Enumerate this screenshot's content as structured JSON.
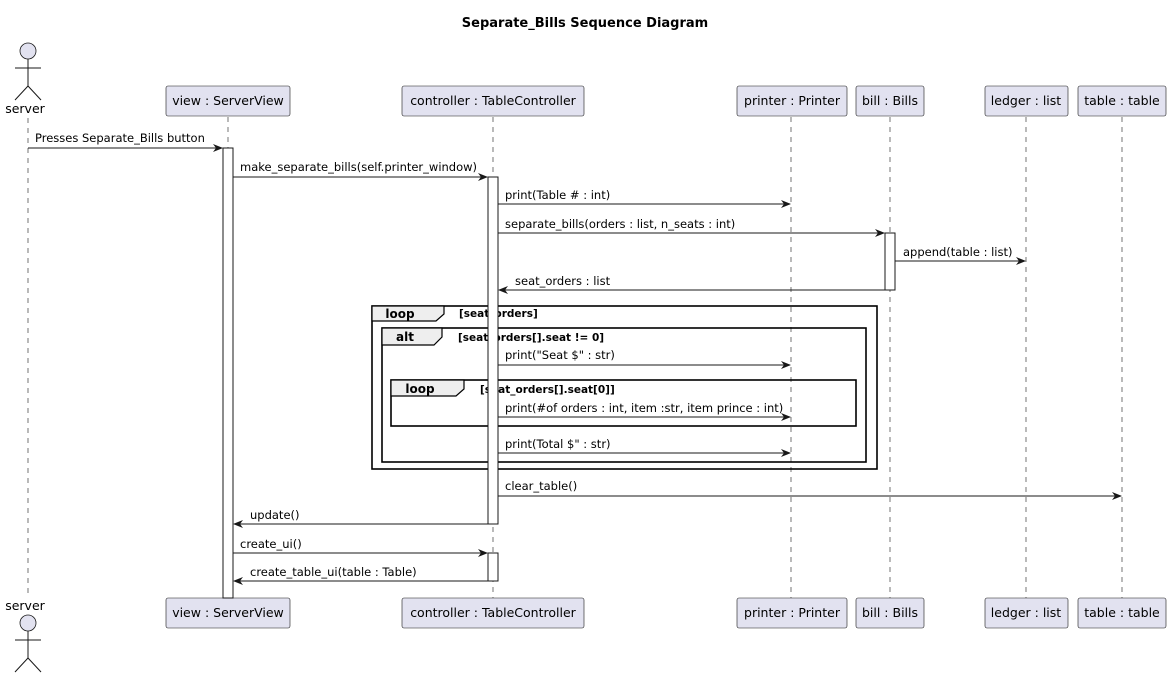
{
  "title": "Separate_Bills Sequence Diagram",
  "actor": {
    "name": "server",
    "icon": "stick-figure-actor-icon"
  },
  "participants": [
    {
      "id": "view",
      "label": "view : ServerView"
    },
    {
      "id": "controller",
      "label": "controller : TableController"
    },
    {
      "id": "printer",
      "label": "printer : Printer"
    },
    {
      "id": "bill",
      "label": "bill : Bills"
    },
    {
      "id": "ledger",
      "label": "ledger : list"
    },
    {
      "id": "table",
      "label": "table : table"
    }
  ],
  "messages": [
    {
      "label": "Presses Separate_Bills button",
      "from": "server",
      "to": "view"
    },
    {
      "label": "make_separate_bills(self.printer_window)",
      "from": "view",
      "to": "controller"
    },
    {
      "label": "print(Table # : int)",
      "from": "controller",
      "to": "printer"
    },
    {
      "label": "separate_bills(orders : list, n_seats : int)",
      "from": "controller",
      "to": "bill"
    },
    {
      "label": "append(table : list)",
      "from": "bill",
      "to": "ledger"
    },
    {
      "label": "seat_orders : list",
      "from": "bill",
      "to": "controller"
    },
    {
      "label": "print(\"Seat $\" : str)",
      "from": "controller",
      "to": "printer"
    },
    {
      "label": "print(#of orders : int, item :str, item prince : int)",
      "from": "controller",
      "to": "printer"
    },
    {
      "label": "print(Total $\" : str)",
      "from": "controller",
      "to": "printer"
    },
    {
      "label": "clear_table()",
      "from": "controller",
      "to": "table"
    },
    {
      "label": "update()",
      "from": "controller",
      "to": "view"
    },
    {
      "label": "create_ui()",
      "from": "view",
      "to": "controller"
    },
    {
      "label": "create_table_ui(table : Table)",
      "from": "controller",
      "to": "view"
    }
  ],
  "fragments": [
    {
      "operator": "loop",
      "guard": "[seat_orders]"
    },
    {
      "operator": "alt",
      "guard": "[seat_orders[].seat != 0]"
    },
    {
      "operator": "loop",
      "guard": "[seat_orders[].seat[0]]"
    }
  ]
}
